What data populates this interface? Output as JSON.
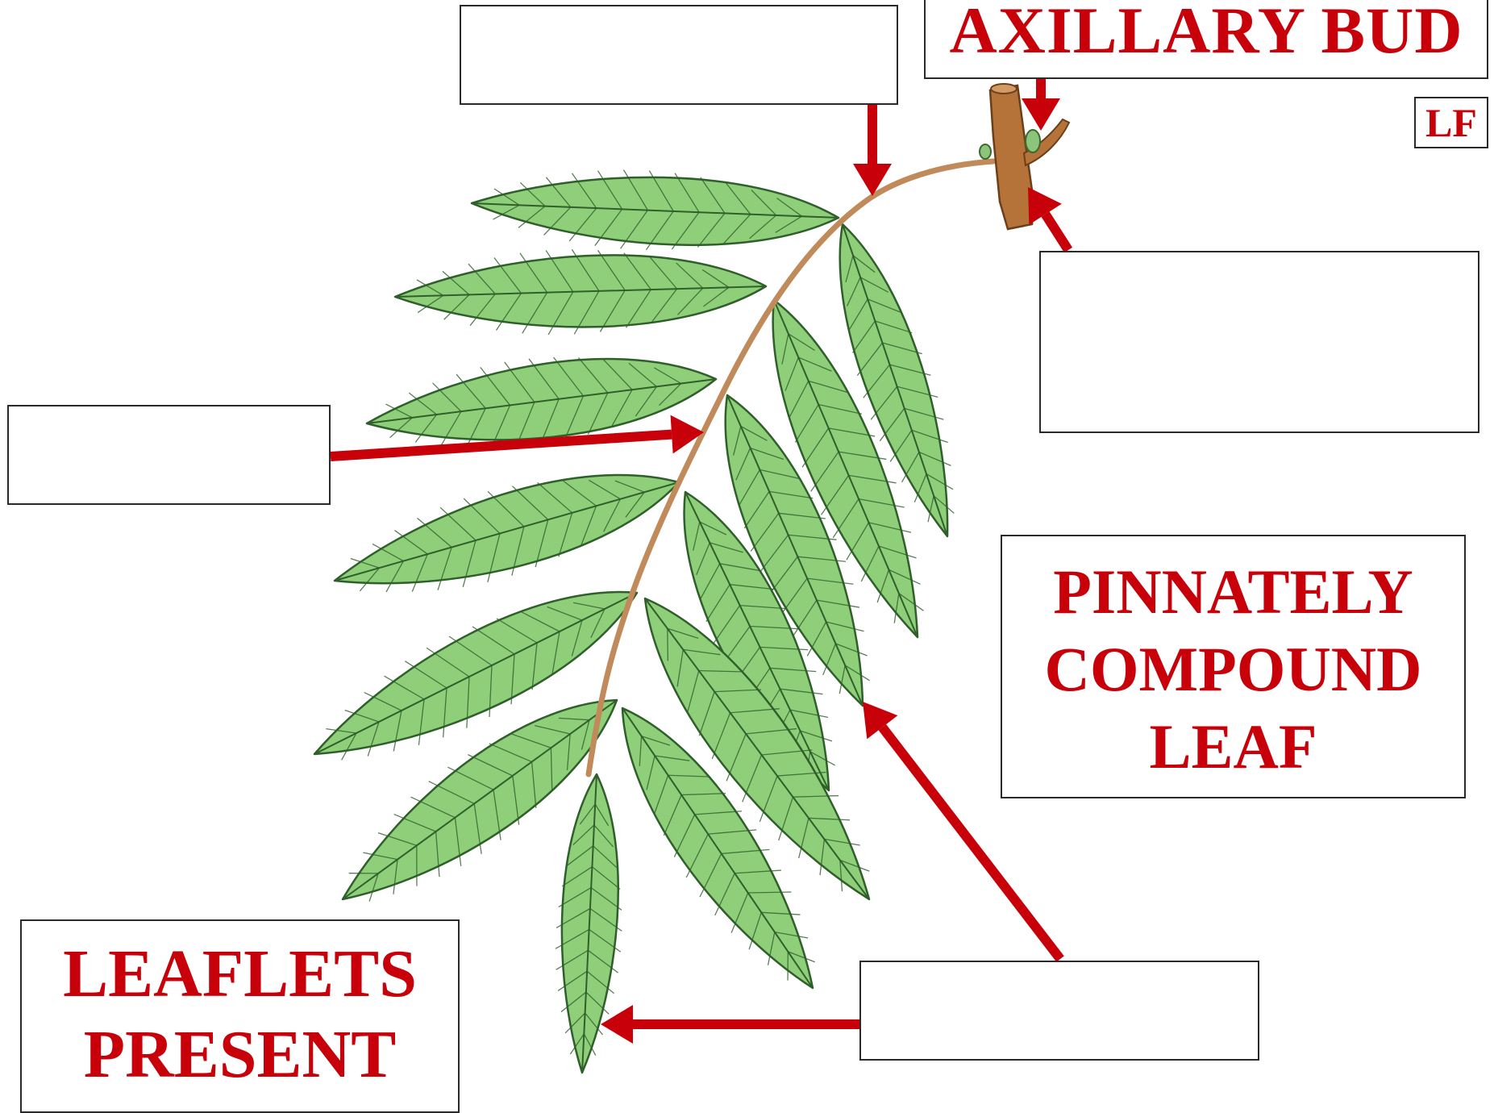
{
  "colors": {
    "accent": "#c8000a",
    "leaf_fill": "#8fcf7a",
    "leaf_vein": "#2f5f2a",
    "stem": "#c08a5a",
    "twig": "#b5733a"
  },
  "labels": {
    "axillary_bud": "AXILLARY BUD",
    "corner_tag": "LF",
    "pinnately": [
      "PINNATELY",
      "COMPOUND",
      "LEAF"
    ],
    "leaflets": [
      "LEAFLETS",
      "PRESENT"
    ]
  },
  "answer_boxes": [
    {
      "id": "petiole",
      "value": ""
    },
    {
      "id": "node",
      "value": ""
    },
    {
      "id": "rachis",
      "value": ""
    },
    {
      "id": "leaflet",
      "value": ""
    }
  ]
}
